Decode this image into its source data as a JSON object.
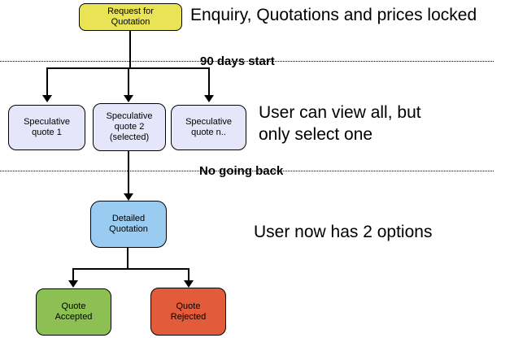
{
  "diagram": {
    "title_hint": "quotation-process-flowchart",
    "nodes": [
      {
        "id": "request-for-quotation",
        "label": "Request for\nQuotation",
        "fill": "#E9E455"
      },
      {
        "id": "speculative-quote-1",
        "label": "Speculative\nquote 1",
        "fill": "#E6E6FA"
      },
      {
        "id": "speculative-quote-2",
        "label": "Speculative\nquote 2\n(selected)",
        "fill": "#E6E6FA"
      },
      {
        "id": "speculative-quote-n",
        "label": "Speculative\nquote n..",
        "fill": "#E6E6FA"
      },
      {
        "id": "detailed-quotation",
        "label": "Detailed\nQuotation",
        "fill": "#9ACBF0"
      },
      {
        "id": "quote-accepted",
        "label": "Quote\nAccepted",
        "fill": "#8DC053"
      },
      {
        "id": "quote-rejected",
        "label": "Quote\nRejected",
        "fill": "#E25C3C"
      }
    ],
    "annotations": [
      {
        "id": "enquiry",
        "text": "Enquiry, Quotations and prices locked"
      },
      {
        "id": "view-all",
        "text": "User can view all, but\nonly select one"
      },
      {
        "id": "two-options",
        "text": "User now has 2 options"
      }
    ],
    "milestones": [
      {
        "id": "90-days-start",
        "text": "90 days start"
      },
      {
        "id": "no-going-back",
        "text": "No going back"
      }
    ],
    "colors": {
      "background": "#FFFFFF",
      "connector": "#000000",
      "border": "#000000",
      "text": "#000000"
    }
  }
}
